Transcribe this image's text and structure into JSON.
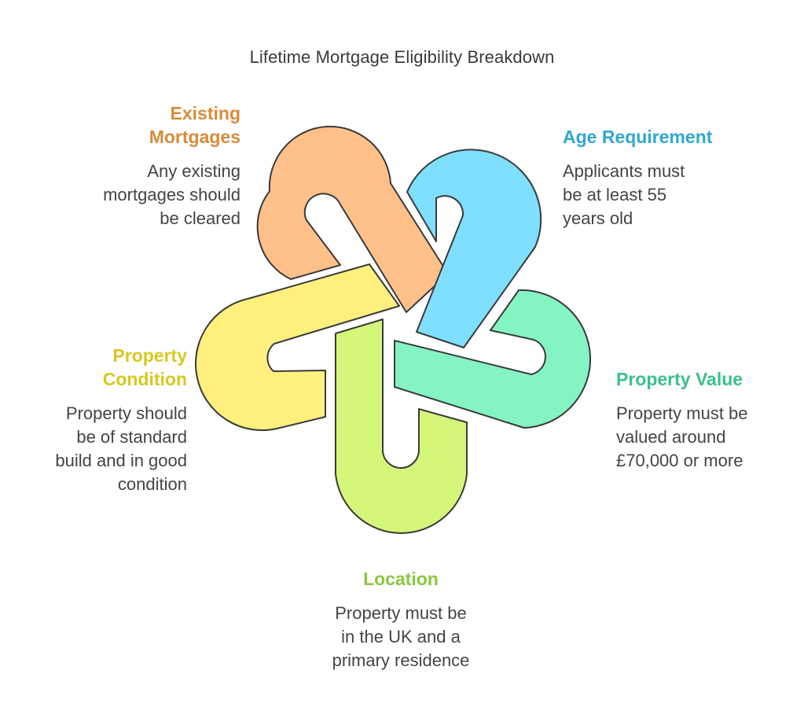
{
  "title": "Lifetime Mortgage Eligibility Breakdown",
  "items": {
    "existing_mortgages": {
      "heading_lines": [
        "Existing",
        "Mortgages"
      ],
      "body_lines": [
        "Any existing",
        "mortgages should",
        "be cleared"
      ],
      "color": "#D98B3A",
      "fill": "#FFC08A"
    },
    "age_requirement": {
      "heading_lines": [
        "Age Requirement"
      ],
      "body_lines": [
        "Applicants must",
        "be at least 55",
        "years old"
      ],
      "color": "#2FA7D0",
      "fill": "#7EDFFF"
    },
    "property_value": {
      "heading_lines": [
        "Property Value"
      ],
      "body_lines": [
        "Property must be",
        "valued around",
        "£70,000 or more"
      ],
      "color": "#3CC08A",
      "fill": "#84F5C2"
    },
    "location": {
      "heading_lines": [
        "Location"
      ],
      "body_lines": [
        "Property must be",
        "in the UK and a",
        "primary residence"
      ],
      "color": "#8CC63F",
      "fill": "#D4F77A"
    },
    "property_condition": {
      "heading_lines": [
        "Property",
        "Condition"
      ],
      "body_lines": [
        "Property should",
        "be of standard",
        "build and in good",
        "condition"
      ],
      "color": "#D9C820",
      "fill": "#FFF07E"
    }
  }
}
